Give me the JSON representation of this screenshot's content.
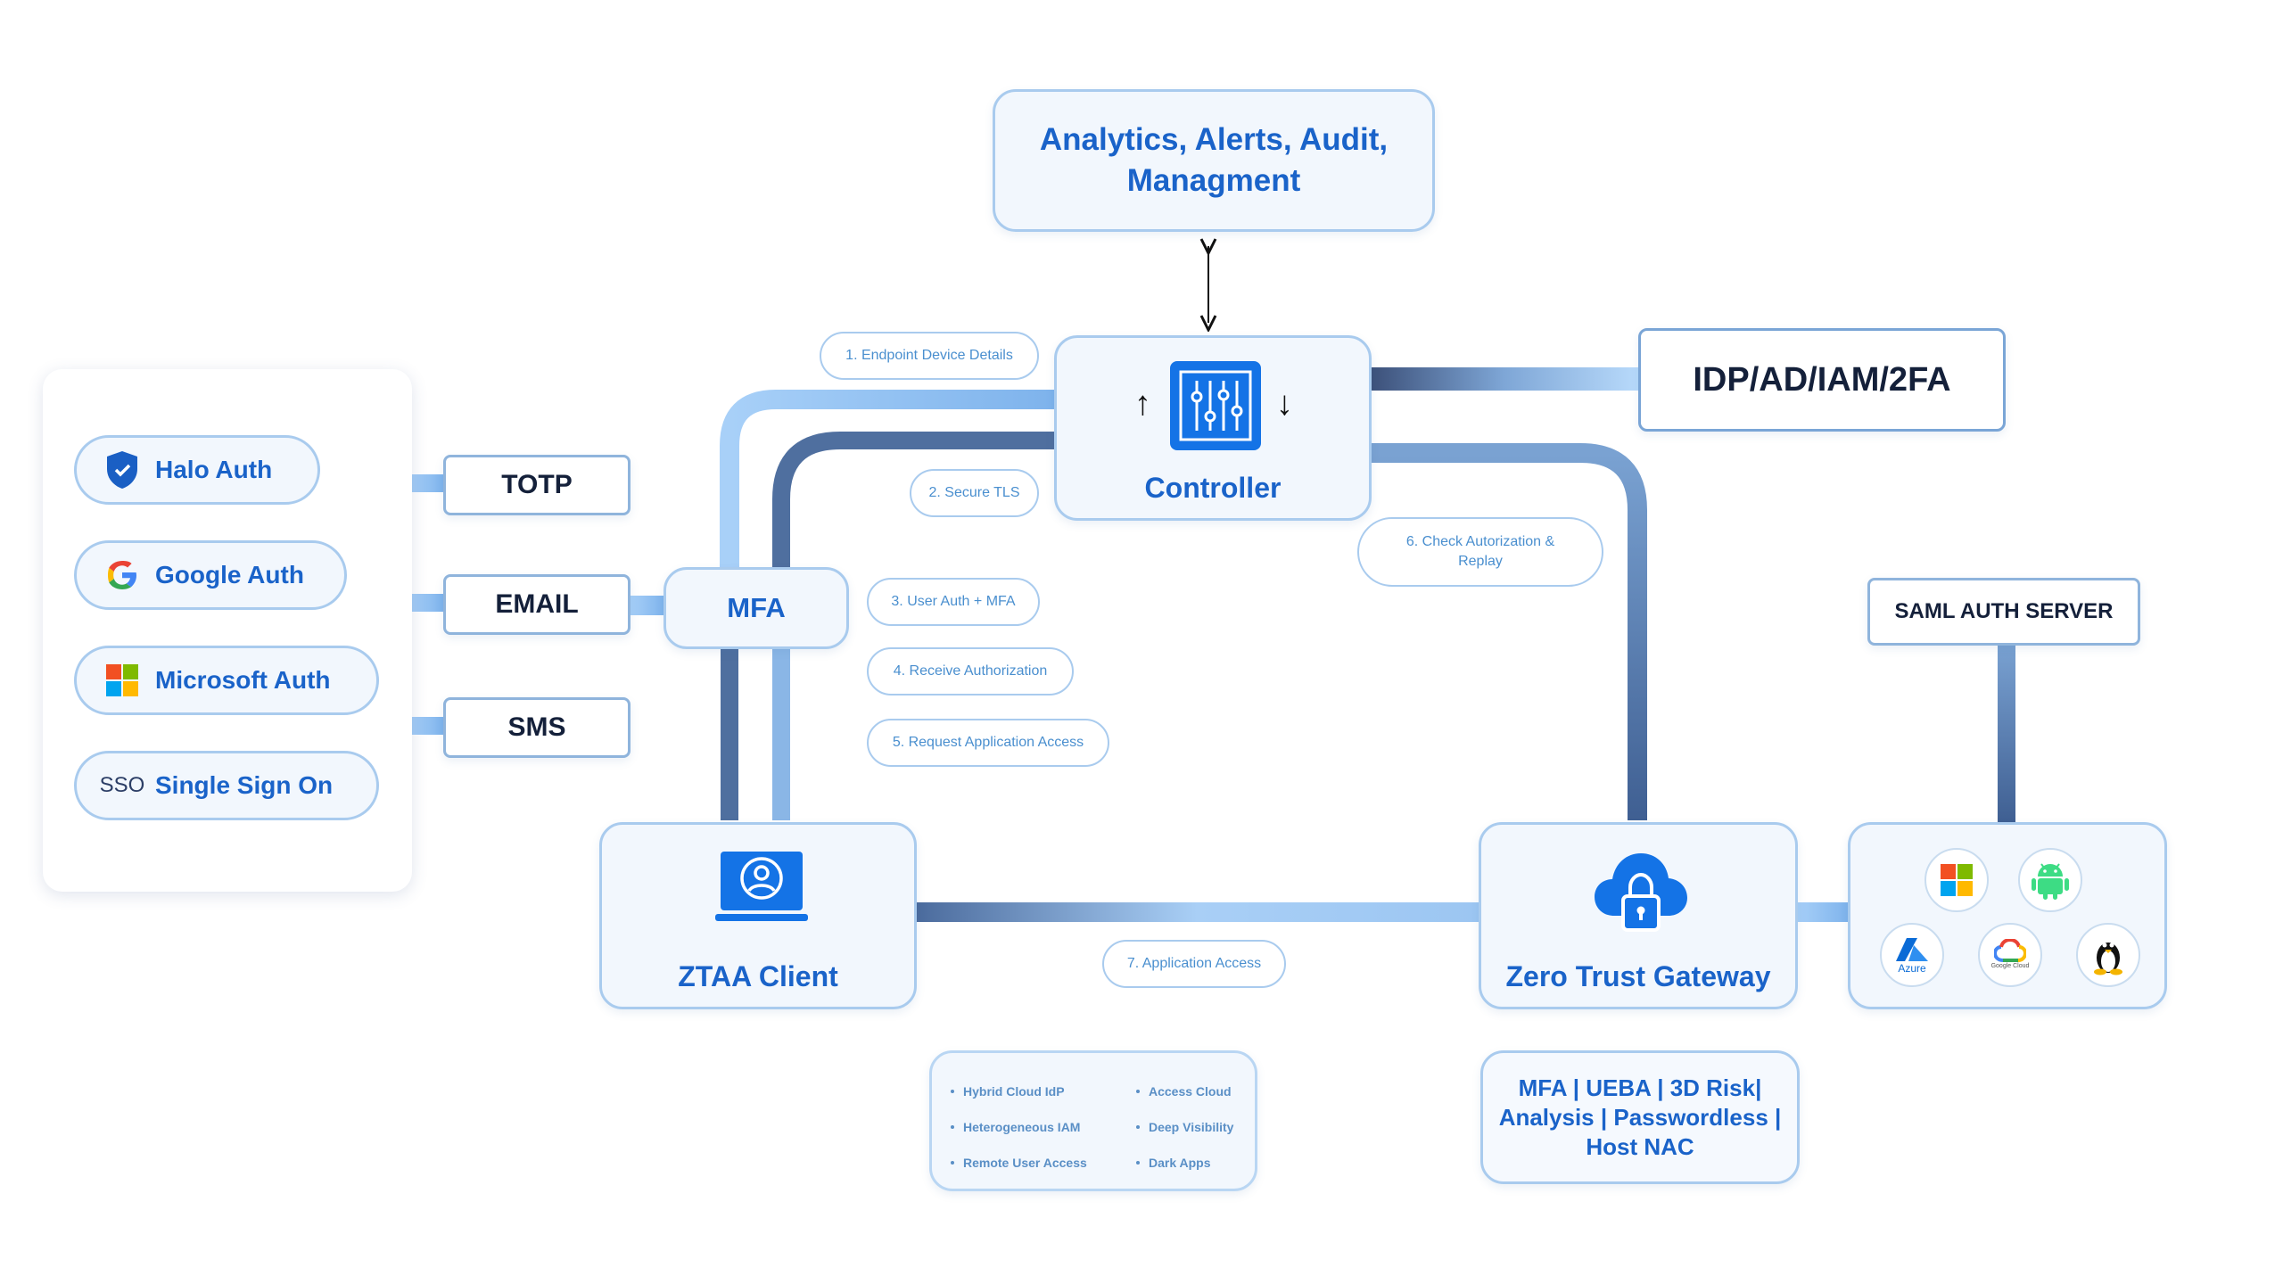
{
  "analytics": {
    "line1": "Analytics, Alerts, Audit,",
    "line2": "Managment"
  },
  "controller": {
    "label": "Controller"
  },
  "idp": {
    "label": "IDP/AD/IAM/2FA"
  },
  "mfa": {
    "label": "MFA"
  },
  "factors": {
    "totp": "TOTP",
    "email": "EMAIL",
    "sms": "SMS"
  },
  "auth_methods": [
    {
      "label": "Halo Auth",
      "icon": "shield-check-icon"
    },
    {
      "label": "Google Auth",
      "icon": "google-icon"
    },
    {
      "label": "Microsoft Auth",
      "icon": "microsoft-icon"
    },
    {
      "label": "Single Sign On",
      "icon": "sso-icon",
      "icon_text": "SSO"
    }
  ],
  "steps": {
    "s1": "1. Endpoint Device Details",
    "s2": "2. Secure TLS",
    "s3": "3. User Auth + MFA",
    "s4": "4. Receive Authorization",
    "s5": "5. Request Application Access",
    "s6a": "6. Check Autorization &",
    "s6b": "Replay",
    "s7": "7. Application Access"
  },
  "client": {
    "label": "ZTAA Client"
  },
  "gateway": {
    "label": "Zero Trust Gateway"
  },
  "saml": {
    "label": "SAML AUTH SERVER"
  },
  "platforms": {
    "icons": [
      "windows-icon",
      "android-icon",
      "azure-icon",
      "google-cloud-icon",
      "linux-icon"
    ],
    "azure_text": "Azure",
    "gcloud_text": "Google Cloud"
  },
  "client_features": {
    "left": [
      "Hybrid Cloud IdP",
      "Heterogeneous IAM",
      "Remote User Access"
    ],
    "right": [
      "Access Cloud",
      "Deep Visibility",
      "Dark Apps"
    ]
  },
  "gateway_features": {
    "line1": "MFA | UEBA | 3D Risk|",
    "line2": "Analysis | Passwordless |",
    "line3": "Host NAC"
  },
  "colors": {
    "accent": "#1a63c9",
    "border": "#a9cbee",
    "dark_wire": "#4f6f9f",
    "light_wire": "#9cc6f2"
  }
}
